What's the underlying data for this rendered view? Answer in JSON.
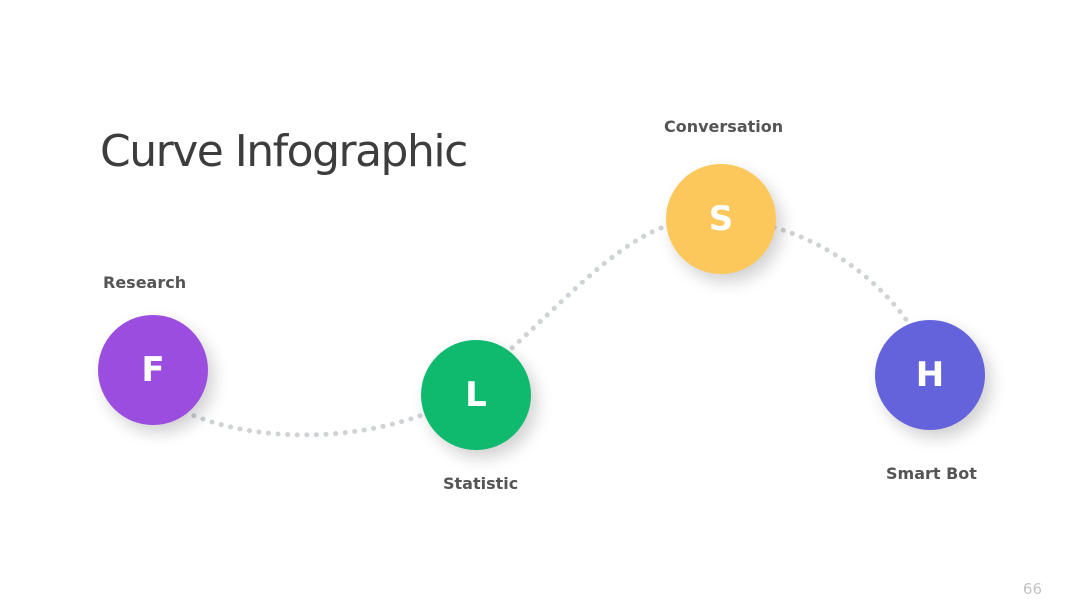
{
  "slide": {
    "title": "Curve Infographic",
    "page_number": "66"
  },
  "nodes": [
    {
      "letter": "F",
      "label": "Research",
      "color": "#9b4ddf"
    },
    {
      "letter": "L",
      "label": "Statistic",
      "color": "#0fba6e"
    },
    {
      "letter": "S",
      "label": "Conversation",
      "color": "#fdc85b"
    },
    {
      "letter": "H",
      "label": "Smart Bot",
      "color": "#6563dc"
    }
  ],
  "curve": {
    "color": "#cfd3d6"
  }
}
